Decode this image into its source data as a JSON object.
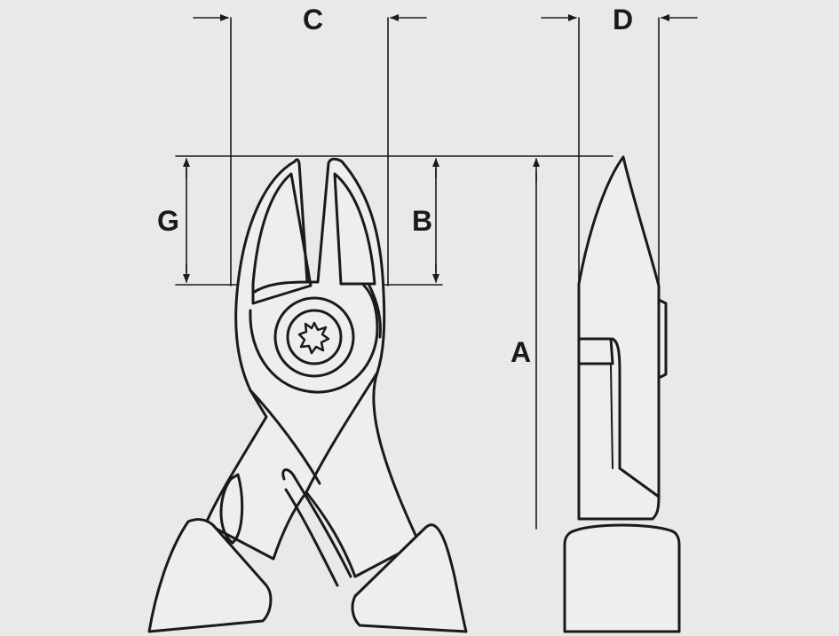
{
  "diagram": {
    "subject": "diagonal-cutting-pliers",
    "background_color": "#e9e9e9",
    "line_color": "#1a1a1a",
    "dimension_labels": {
      "a": "A",
      "b": "B",
      "c": "C",
      "d": "D",
      "g": "G"
    }
  }
}
